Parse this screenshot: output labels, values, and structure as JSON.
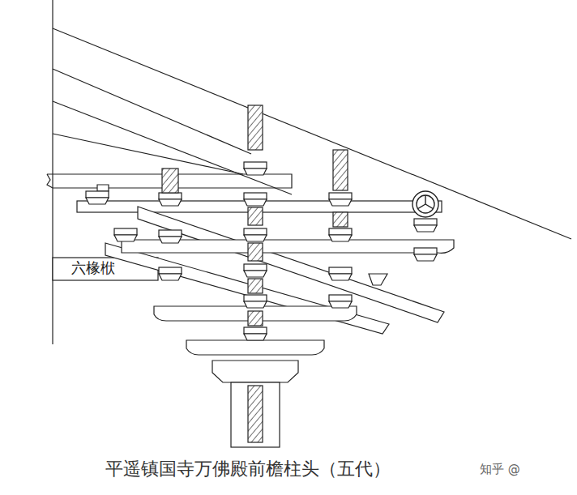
{
  "diagram": {
    "caption": "平遥镇国寺万佛殿前檐柱头（五代）",
    "labels": [
      "六椽栿",
      "知乎 @"
    ]
  }
}
